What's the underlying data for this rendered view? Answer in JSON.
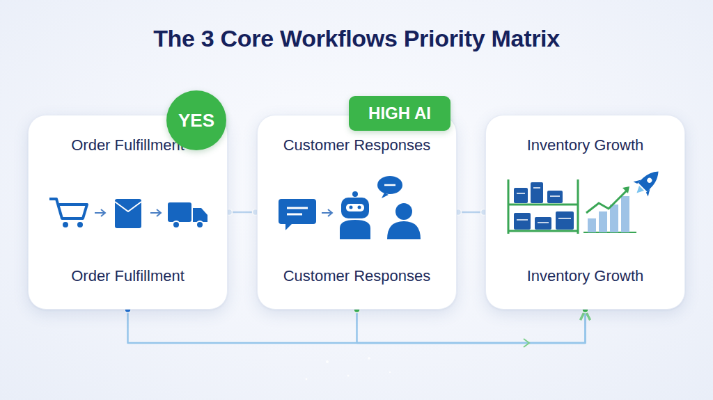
{
  "diagram": {
    "title": "The 3 Core Workflows Priority Matrix",
    "nodes": [
      {
        "text": [
          "Order Fulfillment",
          "Order Fulfillment"
        ]
      },
      {
        "text": [
          "YES"
        ],
        "in": 0
      },
      {
        "text": [
          "Customer Responses",
          "Customer Responses"
        ]
      },
      {
        "text": [
          "HIGH AI"
        ],
        "in": 2
      },
      {
        "text": [
          "Inventory Growth",
          "Inventory Growth"
        ]
      }
    ],
    "edges": [
      {
        "from": 0,
        "to": 2,
        "arrow": "none"
      },
      {
        "from": 2,
        "to": 4,
        "arrow": "none"
      },
      {
        "from": 0,
        "to": 4,
        "arrow": "to"
      },
      {
        "from": 2,
        "to": 4,
        "arrow": "to"
      }
    ]
  }
}
